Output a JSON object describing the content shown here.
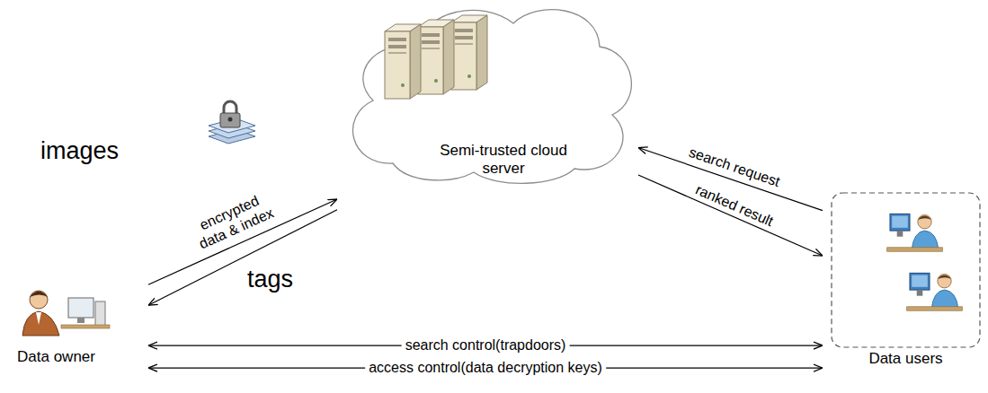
{
  "diagram": {
    "nodes": [
      {
        "text": [
          "Semi-trusted cloud server"
        ]
      },
      {
        "text": [
          "Data owner"
        ]
      },
      {
        "text": [
          "Data users"
        ]
      }
    ],
    "edges": [
      {
        "from": 1,
        "to": 0,
        "label": "encrypted data & index",
        "arrow": "to"
      },
      {
        "from": 0,
        "to": 1,
        "arrow": "to"
      },
      {
        "from": 2,
        "to": 0,
        "label": "search request",
        "arrow": "to"
      },
      {
        "from": 0,
        "to": 2,
        "label": "ranked result",
        "arrow": "to"
      },
      {
        "from": 1,
        "to": 2,
        "label": "search control(trapdoors)",
        "arrow": "both"
      },
      {
        "from": 1,
        "to": 2,
        "label": "access control(data decryption keys)",
        "arrow": "both"
      }
    ],
    "labels": [
      "images",
      "tags"
    ]
  }
}
